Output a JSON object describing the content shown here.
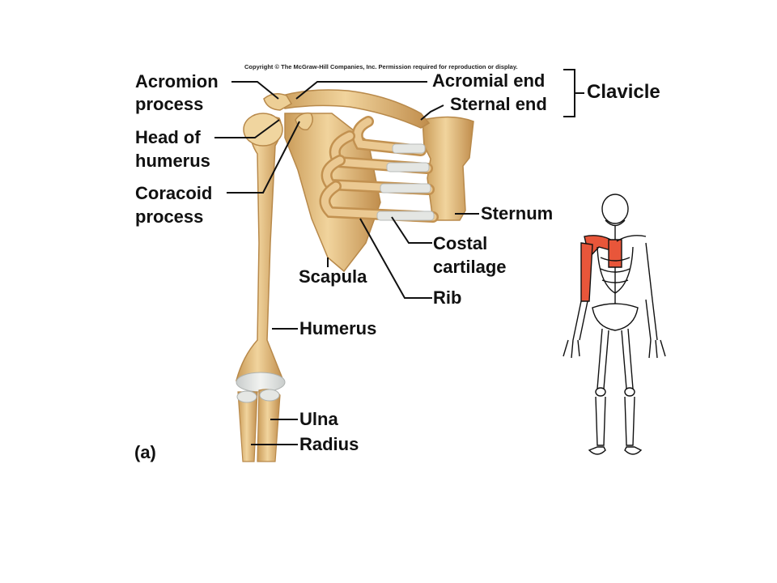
{
  "copyright": "Copyright © The McGraw-Hill Companies, Inc. Permission required for reproduction or display.",
  "panel_label": "(a)",
  "labels": {
    "acromion_line1": "Acromion",
    "acromion_line2": "process",
    "head_line1": "Head of",
    "head_line2": "humerus",
    "coracoid_line1": "Coracoid",
    "coracoid_line2": "process",
    "acromial_end": "Acromial end",
    "sternal_end": "Sternal end",
    "clavicle": "Clavicle",
    "sternum": "Sternum",
    "costal_line1": "Costal",
    "costal_line2": "cartilage",
    "scapula": "Scapula",
    "rib": "Rib",
    "humerus": "Humerus",
    "ulna": "Ulna",
    "radius": "Radius"
  },
  "colors": {
    "bone": "#e8c488",
    "bone_dark": "#b8894a",
    "cartilage": "#d9dcd8",
    "highlight": "#e8563a",
    "leader": "#111111"
  }
}
